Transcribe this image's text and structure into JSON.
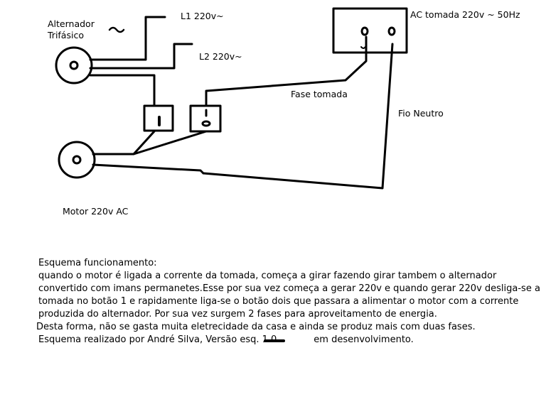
{
  "labels": {
    "alternator_line1": "Alternador",
    "alternator_line2": "Trifásico",
    "l1": "L1 220v~",
    "l2": "L2 220v~",
    "ac_outlet": "AC tomada 220v ~ 50Hz",
    "fase_tomada": "Fase tomada",
    "fio_neutro": "Fio Neutro",
    "motor": "Motor 220v AC"
  },
  "description": {
    "title": "Esquema funcionamento:",
    "line1": "quando o motor é ligada a corrente da tomada, começa a girar fazendo girar tambem o alternador",
    "line2": "convertido com imans permanetes.Esse por sua vez começa a gerar 220v e quando gerar 220v desliga-se a",
    "line3": "tomada no botão 1 e rapidamente liga-se o botão dois que passara a alimentar o motor com a corrente",
    "line4": "produzida do alternador. Por sua vez surgem 2 fases para aproveitamento de energia.",
    "line5": "Desta forma, não se gasta muita eletrecidade da casa e ainda se produz mais com duas fases.",
    "line6_before": "Esquema realizado por André Silva, Versão esq. 1.0",
    "line6_after": "em desenvolvimento."
  },
  "colors": {
    "stroke": "#000000",
    "background": "#ffffff"
  }
}
